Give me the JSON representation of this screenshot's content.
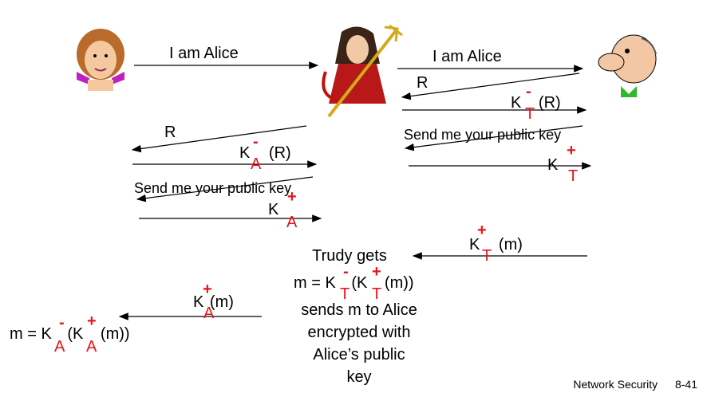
{
  "labels": {
    "i_am_alice_1": "I am Alice",
    "i_am_alice_2": "I am Alice",
    "r_right": "R",
    "r_left": "R",
    "send_pk_right": "Send me your public key",
    "send_pk_left": "Send me your public key"
  },
  "keys": {
    "kt_minus_r": {
      "base": "K",
      "sup": "-",
      "sub": "T",
      "tail": "(R)"
    },
    "ka_minus_r": {
      "base": "K",
      "sup": "-",
      "sub": "A",
      "tail": "(R)"
    },
    "kt_plus": {
      "base": "K",
      "sup": "+",
      "sub": "T",
      "tail": ""
    },
    "ka_plus": {
      "base": "K",
      "sup": "+",
      "sub": "A",
      "tail": ""
    },
    "kt_plus_m": {
      "base": "K",
      "sup": "+",
      "sub": "T",
      "tail": "(m)"
    },
    "ka_plus_m": {
      "base": "K",
      "sup": "+",
      "sub": "A",
      "tail": "(m)"
    }
  },
  "trudy": {
    "gets": "Trudy gets",
    "m_eq": "m = K",
    "sup1": "-",
    "sub1": "T",
    "mid": "(K",
    "sup2": "+",
    "sub2": "T",
    "tail": "(m))",
    "line3": "sends m to Alice",
    "line4": "encrypted with",
    "line5": "Alice’s public",
    "line6": "key"
  },
  "alice_result": {
    "m_eq": "m = K",
    "sup1": "-",
    "sub1": "A",
    "mid": "(K",
    "sup2": "+",
    "sub2": "A",
    "tail": "(m))"
  },
  "footer": {
    "section": "Network Security",
    "page": "8-41"
  }
}
